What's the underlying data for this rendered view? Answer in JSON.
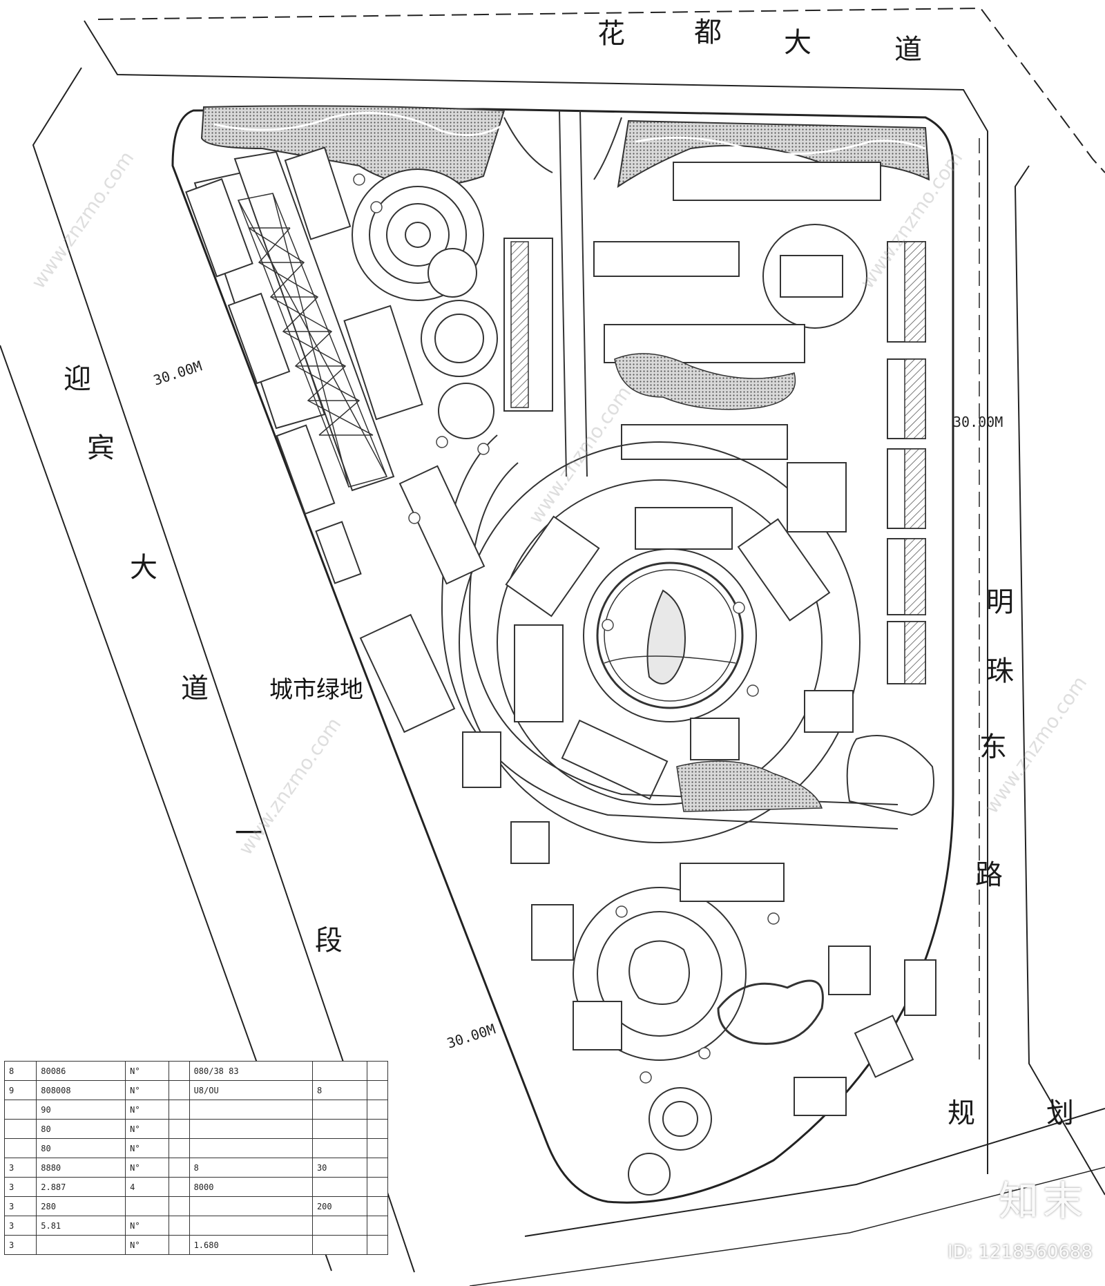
{
  "roads": {
    "north": [
      "花",
      "都",
      "大",
      "道"
    ],
    "west": [
      "迎",
      "宾",
      "大",
      "道",
      "一",
      "段"
    ],
    "east": [
      "明",
      "珠",
      "东",
      "路"
    ],
    "southeast": [
      "规",
      "划"
    ]
  },
  "labels": {
    "green_space": "城市绿地"
  },
  "dimensions": {
    "west_road_width": "30.00M",
    "east_road_width": "30.00M",
    "south_road_width": "30.00M"
  },
  "watermark": {
    "brand": "知末",
    "id": "ID: 1218560688",
    "site_text": "www.znzmo.com"
  },
  "table": {
    "rows": [
      [
        "8",
        "80086",
        "N°",
        "",
        "080/38 83",
        "",
        ""
      ],
      [
        "9",
        "808008",
        "N°",
        "",
        "U8/OU",
        "8",
        ""
      ],
      [
        "",
        "90",
        "N°",
        "",
        "",
        "",
        ""
      ],
      [
        "",
        "80",
        "N°",
        "",
        "",
        "",
        ""
      ],
      [
        "",
        "80",
        "N°",
        "",
        "",
        "",
        ""
      ],
      [
        "3",
        "8880",
        "N°",
        "",
        "8",
        "30",
        ""
      ],
      [
        "3",
        "2.887",
        "4",
        "",
        "8000",
        "",
        ""
      ],
      [
        "3",
        "280",
        "",
        "",
        "",
        "200",
        ""
      ],
      [
        "3",
        "5.81",
        "N°",
        "",
        "",
        "",
        ""
      ],
      [
        "3",
        "",
        "N°",
        "",
        "1.680",
        "",
        ""
      ]
    ]
  }
}
